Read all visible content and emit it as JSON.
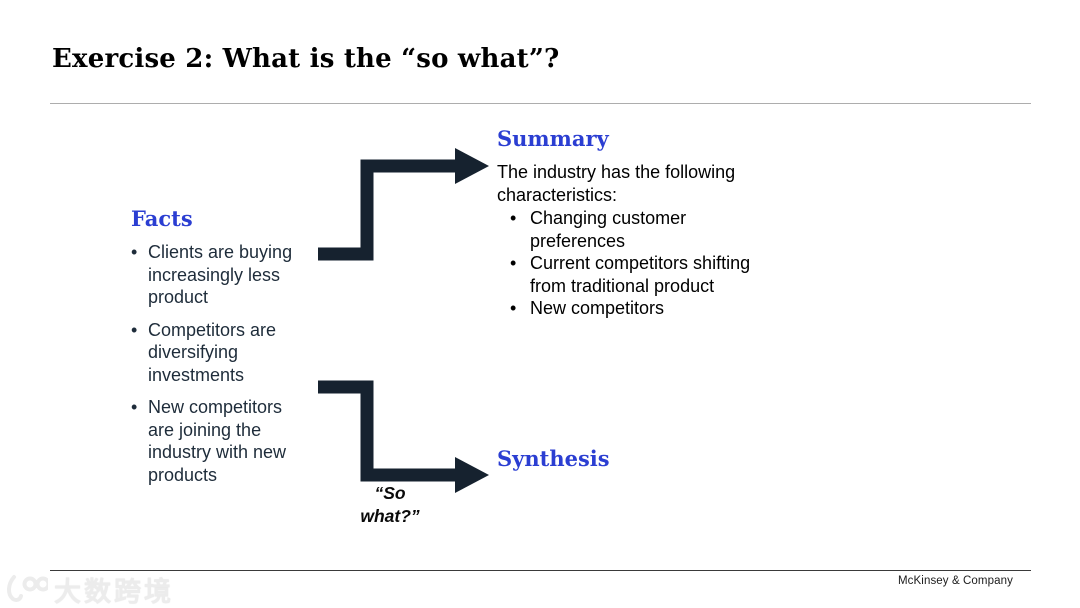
{
  "slide": {
    "title": "Exercise 2: What is the “so what”?",
    "facts": {
      "heading": "Facts",
      "bullets": [
        "Clients are buying increasingly less product",
        "Competitors are diversifying investments",
        "New competitors are joining the industry with new products"
      ]
    },
    "summary": {
      "heading": "Summary",
      "intro": "The industry has the following characteristics:",
      "bullets": [
        "Changing customer preferences",
        "Current competitors shifting from traditional product",
        "New competitors"
      ]
    },
    "synthesis": {
      "heading": "Synthesis"
    },
    "so_what": {
      "line1": "“So",
      "line2": "what?”"
    },
    "footer": {
      "company": "McKinsey & Company"
    },
    "watermark": {
      "text": "大数跨境"
    },
    "colors": {
      "heading_blue": "#2b3ed2",
      "arrow": "#16222f",
      "facts_text": "#1e2c3a",
      "body_text": "#000000"
    }
  }
}
